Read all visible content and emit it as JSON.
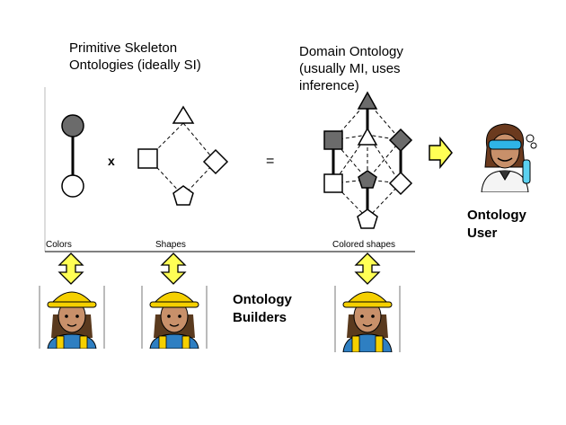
{
  "headings": {
    "primitive": "Primitive Skeleton\nOntologies (ideally SI)",
    "domain": "Domain Ontology\n(usually MI, uses\ninference)"
  },
  "panel_labels": {
    "colors": "Colors",
    "shapes": "Shapes",
    "colored_shapes": "Colored shapes"
  },
  "operators": {
    "times": "x",
    "equals": "="
  },
  "roles": {
    "user": "Ontology\nUser",
    "builders": "Ontology\nBuilders"
  },
  "colors": {
    "gray_node": "#6b6b6b",
    "arrow_yellow": "#ffff55",
    "helmet_yellow": "#f5d000",
    "skin": "#c8906a"
  }
}
